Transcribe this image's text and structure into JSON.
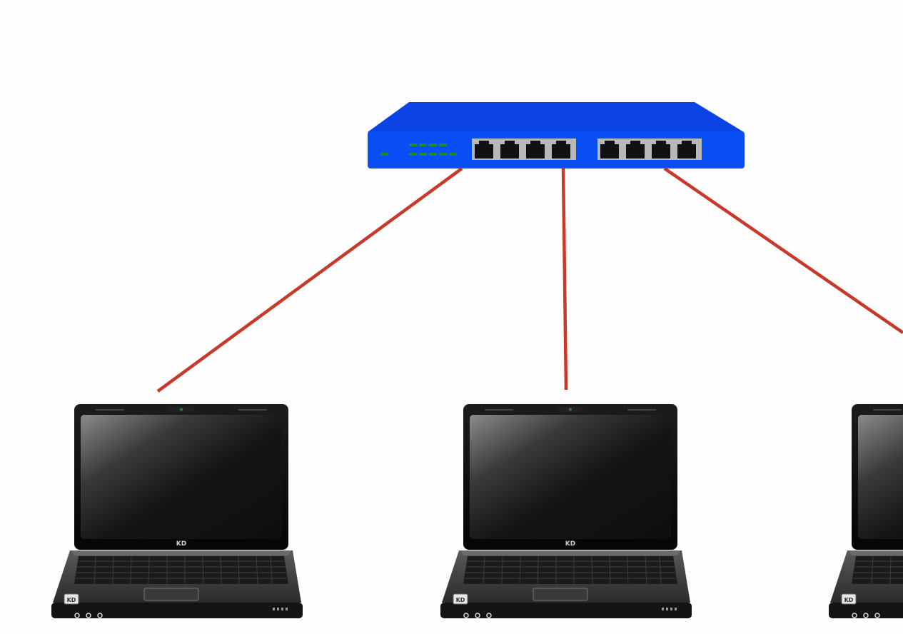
{
  "colors": {
    "switch_body": "#0a4ef5",
    "switch_top": "#0b43e6",
    "cable": "#c8392a",
    "led": "#1f8a2a",
    "port_frame": "#b8b8b8",
    "port_hole": "#111111",
    "laptop_frame": "#0c0c0c",
    "laptop_screen": "#1a1a1a",
    "laptop_base": "#2c2c2c"
  },
  "icons": {
    "switch": "network-switch-icon",
    "laptop": "laptop-icon",
    "cable": "ethernet-cable"
  },
  "laptops": [
    {
      "brand": "KD",
      "logo": "KD"
    },
    {
      "brand": "KD",
      "logo": "KD"
    },
    {
      "brand": "KD",
      "logo": "KD"
    }
  ]
}
